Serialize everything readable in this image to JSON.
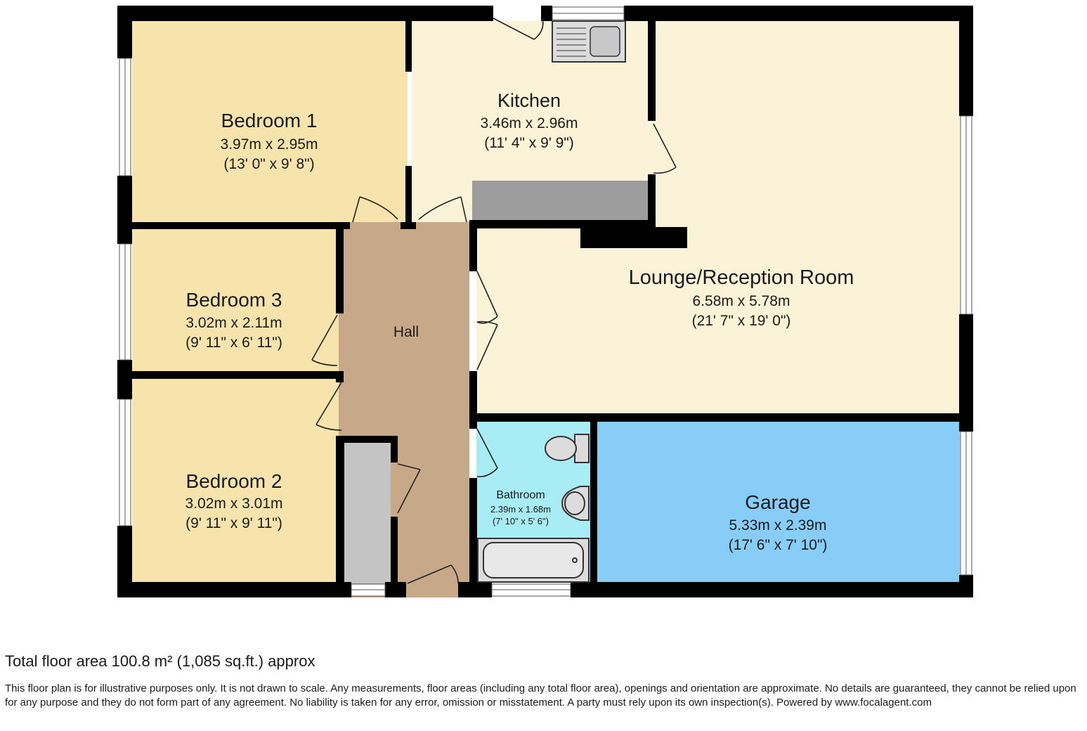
{
  "rooms": {
    "bedroom1": {
      "name": "Bedroom 1",
      "metric": "3.97m x 2.95m",
      "imperial": "(13' 0\" x 9' 8\")"
    },
    "kitchen": {
      "name": "Kitchen",
      "metric": "3.46m x 2.96m",
      "imperial": "(11' 4\" x 9' 9\")"
    },
    "lounge": {
      "name": "Lounge/Reception Room",
      "metric": "6.58m x 5.78m",
      "imperial": "(21' 7\" x 19' 0\")"
    },
    "bedroom3": {
      "name": "Bedroom 3",
      "metric": "3.02m x 2.11m",
      "imperial": "(9' 11\" x 6' 11\")"
    },
    "hall": {
      "name": "Hall"
    },
    "bedroom2": {
      "name": "Bedroom 2",
      "metric": "3.02m x 3.01m",
      "imperial": "(9' 11\" x 9' 11\")"
    },
    "bathroom": {
      "name": "Bathroom",
      "metric": "2.39m x 1.68m",
      "imperial": "(7' 10\" x 5' 6\")"
    },
    "garage": {
      "name": "Garage",
      "metric": "5.33m x 2.39m",
      "imperial": "(17' 6\" x 7' 10\")"
    }
  },
  "colors": {
    "bedroom": "#f7e4ad",
    "kitchen_lounge": "#faf3d8",
    "hall": "#c7a98a",
    "bathroom": "#a8ecf6",
    "garage": "#87cdf8",
    "wall": "#000000",
    "cupboard": "#c4c4c4",
    "worktop": "#9d9d9d"
  },
  "footer": {
    "total_area": "Total floor area 100.8 m² (1,085 sq.ft.) approx",
    "disclaimer": "This floor plan is for illustrative purposes only. It is not drawn to scale. Any measurements, floor areas (including any total floor area), openings and orientation are approximate. No details are guaranteed, they cannot be relied upon for any purpose and they do not form part of any agreement. No liability is taken for any error, omission or misstatement. A party must rely upon its own inspection(s). Powered by www.focalagent.com"
  }
}
